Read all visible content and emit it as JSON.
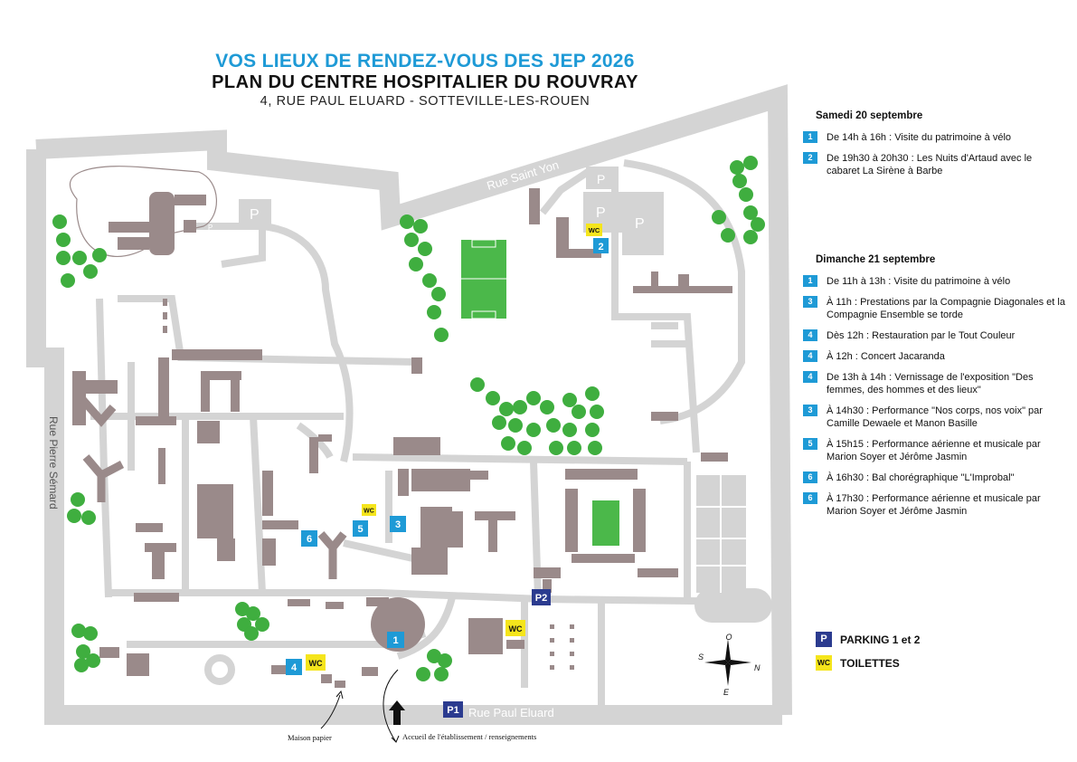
{
  "header": {
    "supertitle": "VOS LIEUX DE RENDEZ-VOUS DES JEP 2026",
    "title": "PLAN DU CENTRE HOSPITALIER DU ROUVRAY",
    "address": "4, RUE PAUL ELUARD - SOTTEVILLE-LES-ROUEN"
  },
  "streets": {
    "saint_yon": "Rue Saint Yon",
    "pierre_semard": "Rue Pierre Sémard",
    "paul_eluard": "Rue Paul Eluard"
  },
  "markers": {
    "p_small": "P",
    "p_large": "P",
    "p1": "P1",
    "p2": "P2",
    "wc": "WC",
    "n1": "1",
    "n2": "2",
    "n3": "3",
    "n4": "4",
    "n5": "5",
    "n6": "6"
  },
  "annotations": {
    "maison_papier": "Maison papier",
    "accueil": "Accueil de l'établissement / renseignements"
  },
  "compass": {
    "n": "O",
    "e": "N",
    "s": "E",
    "w": "S"
  },
  "program": {
    "saturday": {
      "title": "Samedi 20 septembre",
      "events": [
        {
          "num": "1",
          "text": "De 14h à 16h : Visite du patrimoine à vélo"
        },
        {
          "num": "2",
          "text": "De 19h30 à 20h30 : Les Nuits d'Artaud avec le cabaret La Sirène à Barbe"
        }
      ]
    },
    "sunday": {
      "title": "Dimanche 21 septembre",
      "events": [
        {
          "num": "1",
          "text": "De 11h à 13h : Visite du patrimoine à vélo"
        },
        {
          "num": "3",
          "text": "À 11h : Prestations par la Compagnie Diagonales et la Compagnie Ensemble se torde"
        },
        {
          "num": "4",
          "text": "Dès 12h : Restauration par le Tout Couleur"
        },
        {
          "num": "4",
          "text": "À 12h : Concert Jacaranda"
        },
        {
          "num": "4",
          "text": "De 13h à 14h : Vernissage de l'exposition \"Des femmes, des hommes et des lieux\""
        },
        {
          "num": "3",
          "text": "À 14h30 : Performance \"Nos corps, nos voix\" par Camille Dewaele et Manon Basille"
        },
        {
          "num": "5",
          "text": "À 15h15 : Performance aérienne et musicale par Marion Soyer et Jérôme Jasmin"
        },
        {
          "num": "6",
          "text": "À 16h30 : Bal chorégraphique \"L'Improbal\""
        },
        {
          "num": "6",
          "text": "À 17h30 : Performance aérienne et musicale par Marion Soyer et Jérôme Jasmin"
        }
      ]
    }
  },
  "legend": {
    "parking_icon": "P",
    "parking_label": "PARKING 1 et 2",
    "wc_icon": "WC",
    "wc_label": "TOILETTES"
  },
  "colors": {
    "blue_marker": "#1e9ad6",
    "parking_blue": "#2b3b8f",
    "wc_yellow": "#f5e51c",
    "road_gray": "#d4d4d4",
    "building": "#9a8a8a",
    "tree_green": "#3fae3f",
    "field_green": "#4bb84a"
  }
}
